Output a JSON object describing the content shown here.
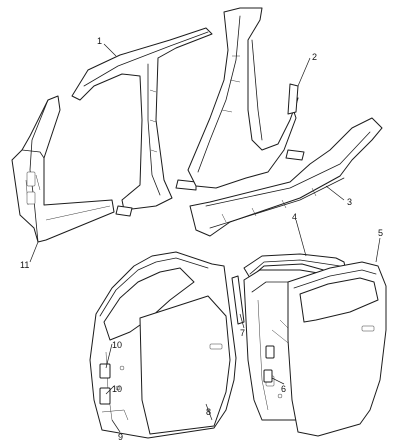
{
  "diagram": {
    "callouts": [
      {
        "id": "c1",
        "label": "1"
      },
      {
        "id": "c2",
        "label": "2"
      },
      {
        "id": "c3",
        "label": "3"
      },
      {
        "id": "c4",
        "label": "4"
      },
      {
        "id": "c5",
        "label": "5"
      },
      {
        "id": "c6",
        "label": "6"
      },
      {
        "id": "c7",
        "label": "7"
      },
      {
        "id": "c8",
        "label": "8"
      },
      {
        "id": "c9",
        "label": "9"
      },
      {
        "id": "c10a",
        "label": "10"
      },
      {
        "id": "c10b",
        "label": "10"
      },
      {
        "id": "c11",
        "label": "11"
      }
    ]
  }
}
